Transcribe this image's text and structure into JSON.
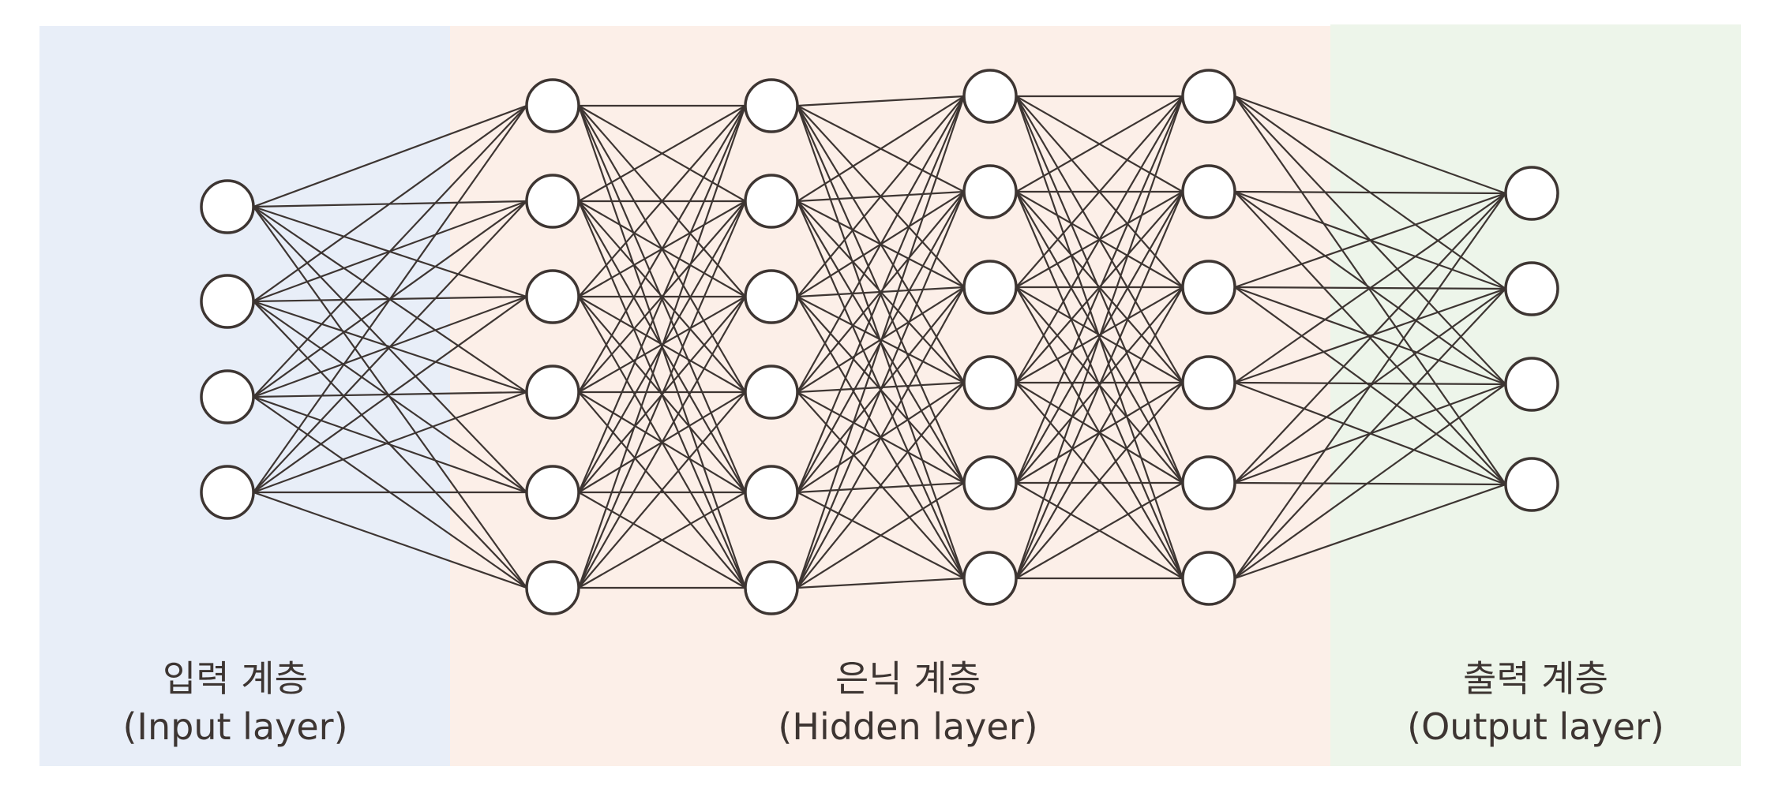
{
  "colors": {
    "input_bg": "#e8eef8",
    "hidden_bg": "#fcefe8",
    "output_bg": "#edf5ea",
    "stroke": "#3d3532",
    "node_fill": "#ffffff",
    "text": "#3d3532"
  },
  "regions": [
    {
      "id": "input",
      "title": "입력 계층",
      "subtitle": "(Input layer)"
    },
    {
      "id": "hidden",
      "title": "은닉 계층",
      "subtitle": "(Hidden layer)"
    },
    {
      "id": "output",
      "title": "출력 계층",
      "subtitle": "(Output layer)"
    }
  ],
  "layers": [
    {
      "region": "input",
      "nodes": 4
    },
    {
      "region": "hidden",
      "nodes": 6
    },
    {
      "region": "hidden",
      "nodes": 6
    },
    {
      "region": "hidden",
      "nodes": 6
    },
    {
      "region": "hidden",
      "nodes": 6
    },
    {
      "region": "output",
      "nodes": 4
    }
  ],
  "connectivity": "fully-connected"
}
